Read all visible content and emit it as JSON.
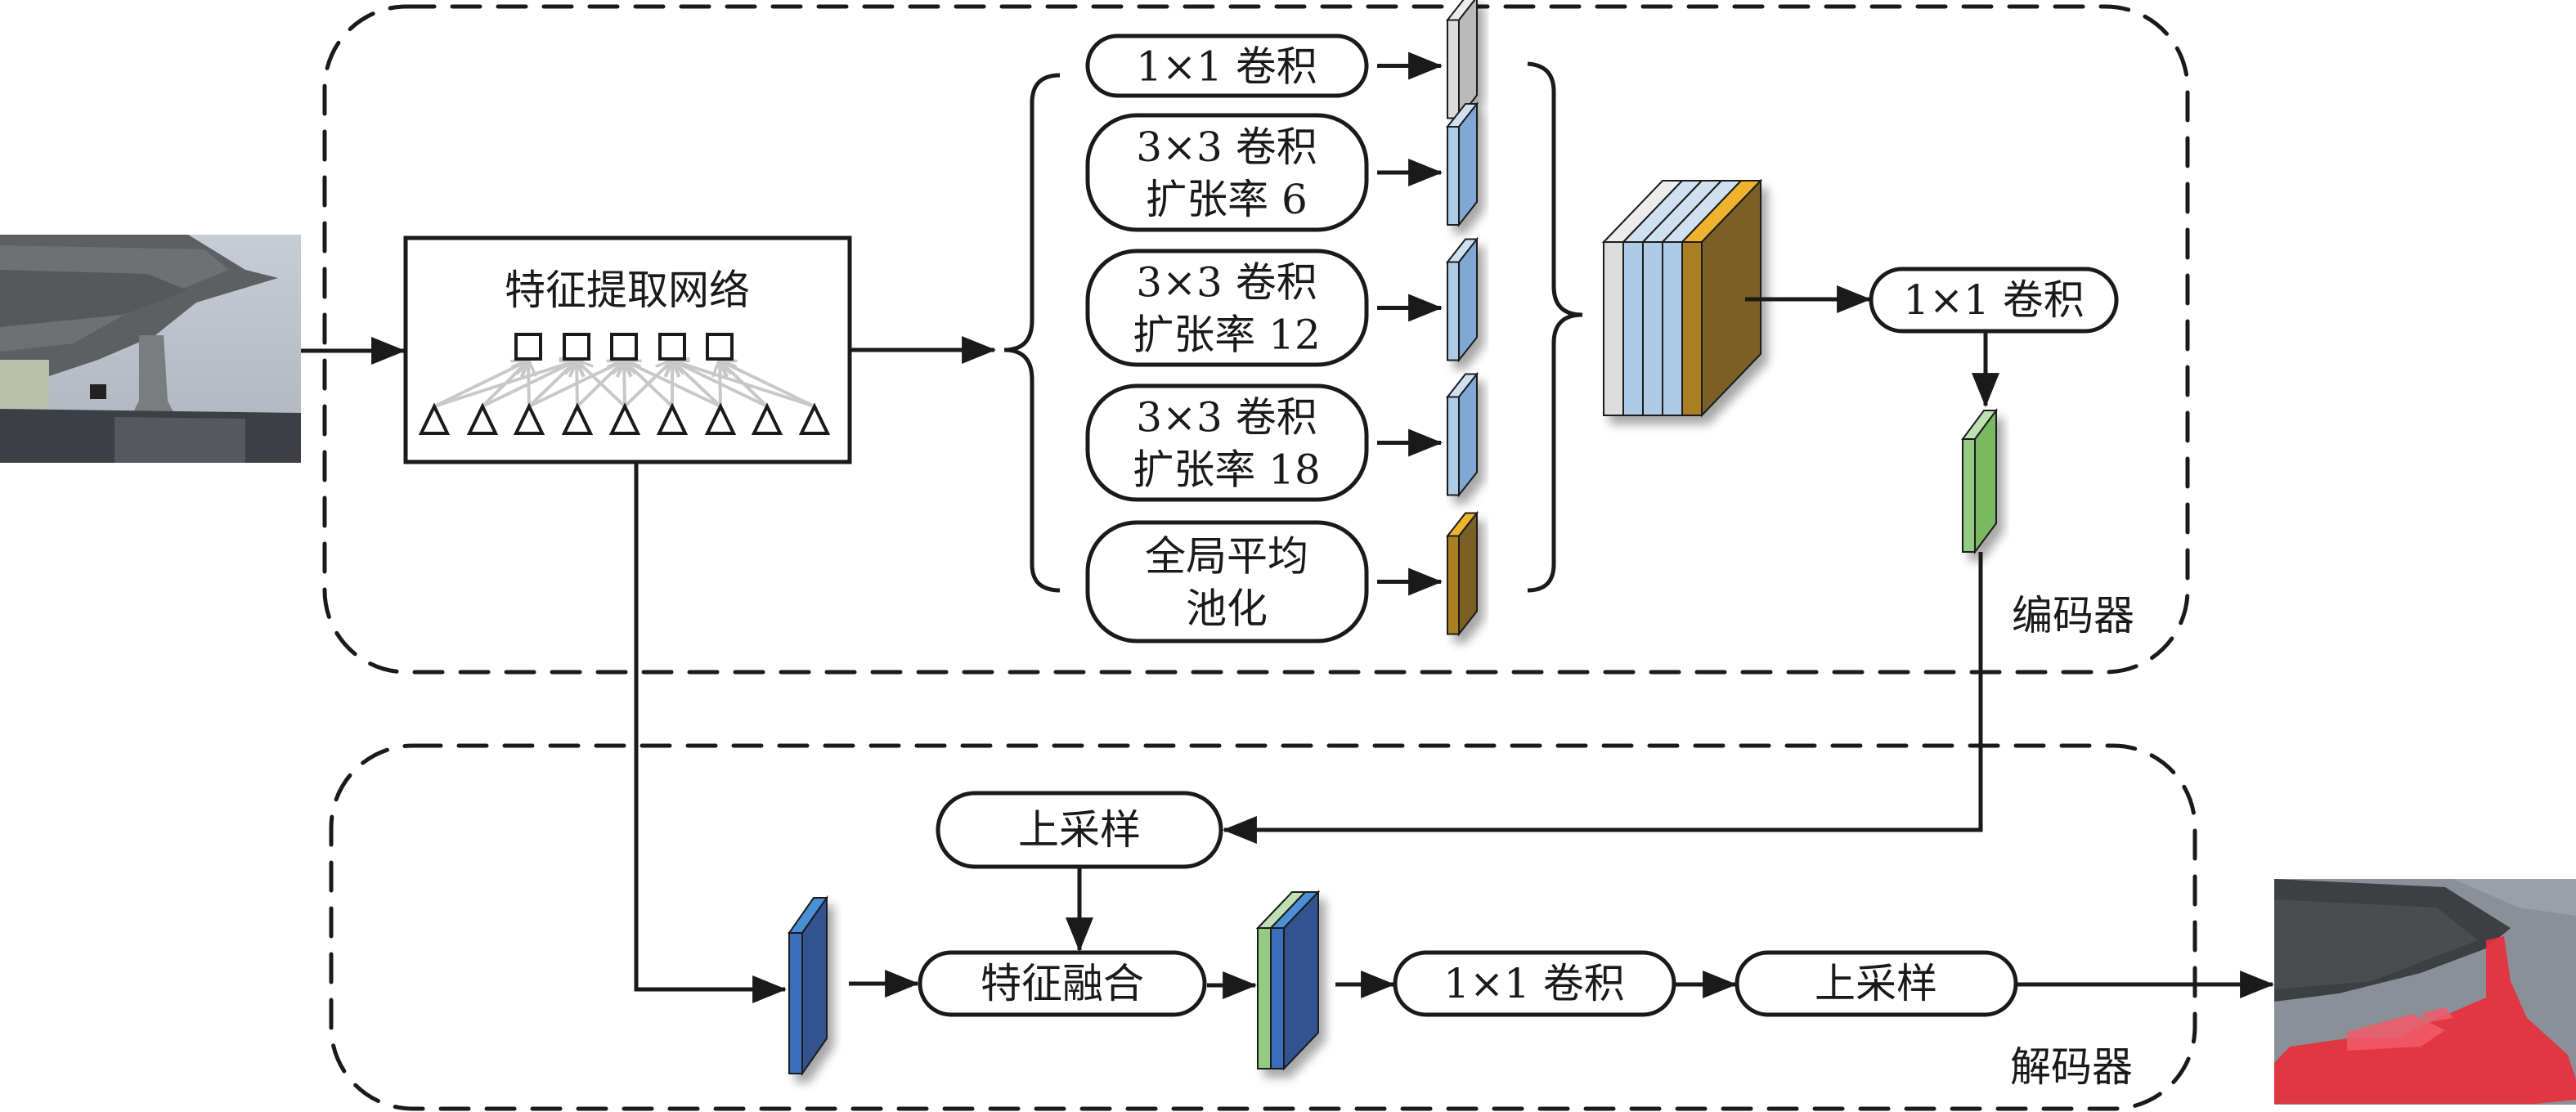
{
  "encoder": {
    "label": "编码器",
    "feature_network": {
      "label": "特征提取网络"
    },
    "branches": [
      {
        "id": "conv1x1",
        "lines": [
          "1×1 卷积"
        ],
        "block_color": "gray"
      },
      {
        "id": "atrous6",
        "lines": [
          "3×3 卷积",
          "扩张率 6"
        ],
        "block_color": "light-blue"
      },
      {
        "id": "atrous12",
        "lines": [
          "3×3 卷积",
          "扩张率 12"
        ],
        "block_color": "light-blue"
      },
      {
        "id": "atrous18",
        "lines": [
          "3×3 卷积",
          "扩张率 18"
        ],
        "block_color": "light-blue"
      },
      {
        "id": "gap",
        "lines": [
          "全局平均",
          "池化"
        ],
        "block_color": "ochre"
      }
    ],
    "fuse_conv": {
      "label": "1×1 卷积"
    }
  },
  "decoder": {
    "label": "解码器",
    "upsample_1": {
      "label": "上采样"
    },
    "feature_fusion": {
      "label": "特征融合"
    },
    "conv_1x1": {
      "label": "1×1 卷积"
    },
    "upsample_2": {
      "label": "上采样"
    }
  },
  "colors": {
    "gray_front": "#dcdcdc",
    "gray_side": "#b9b9b9",
    "gray_top": "#ececec",
    "lblue_front": "#aecbe6",
    "lblue_side": "#7fa9d4",
    "lblue_top": "#cfe1f0",
    "ochre_front": "#a97f24",
    "ochre_side": "#7a5f27",
    "ochre_top": "#f0b32d",
    "green_front": "#94ca82",
    "green_side": "#78b962",
    "green_top": "#bfe0b2",
    "blue_front": "#3a6dbb",
    "blue_side": "#30528f",
    "blue_top": "#4c90d6",
    "line": "#1a1a1a",
    "neuron_link": "#c8c8c8",
    "mask": "#e8303c"
  }
}
